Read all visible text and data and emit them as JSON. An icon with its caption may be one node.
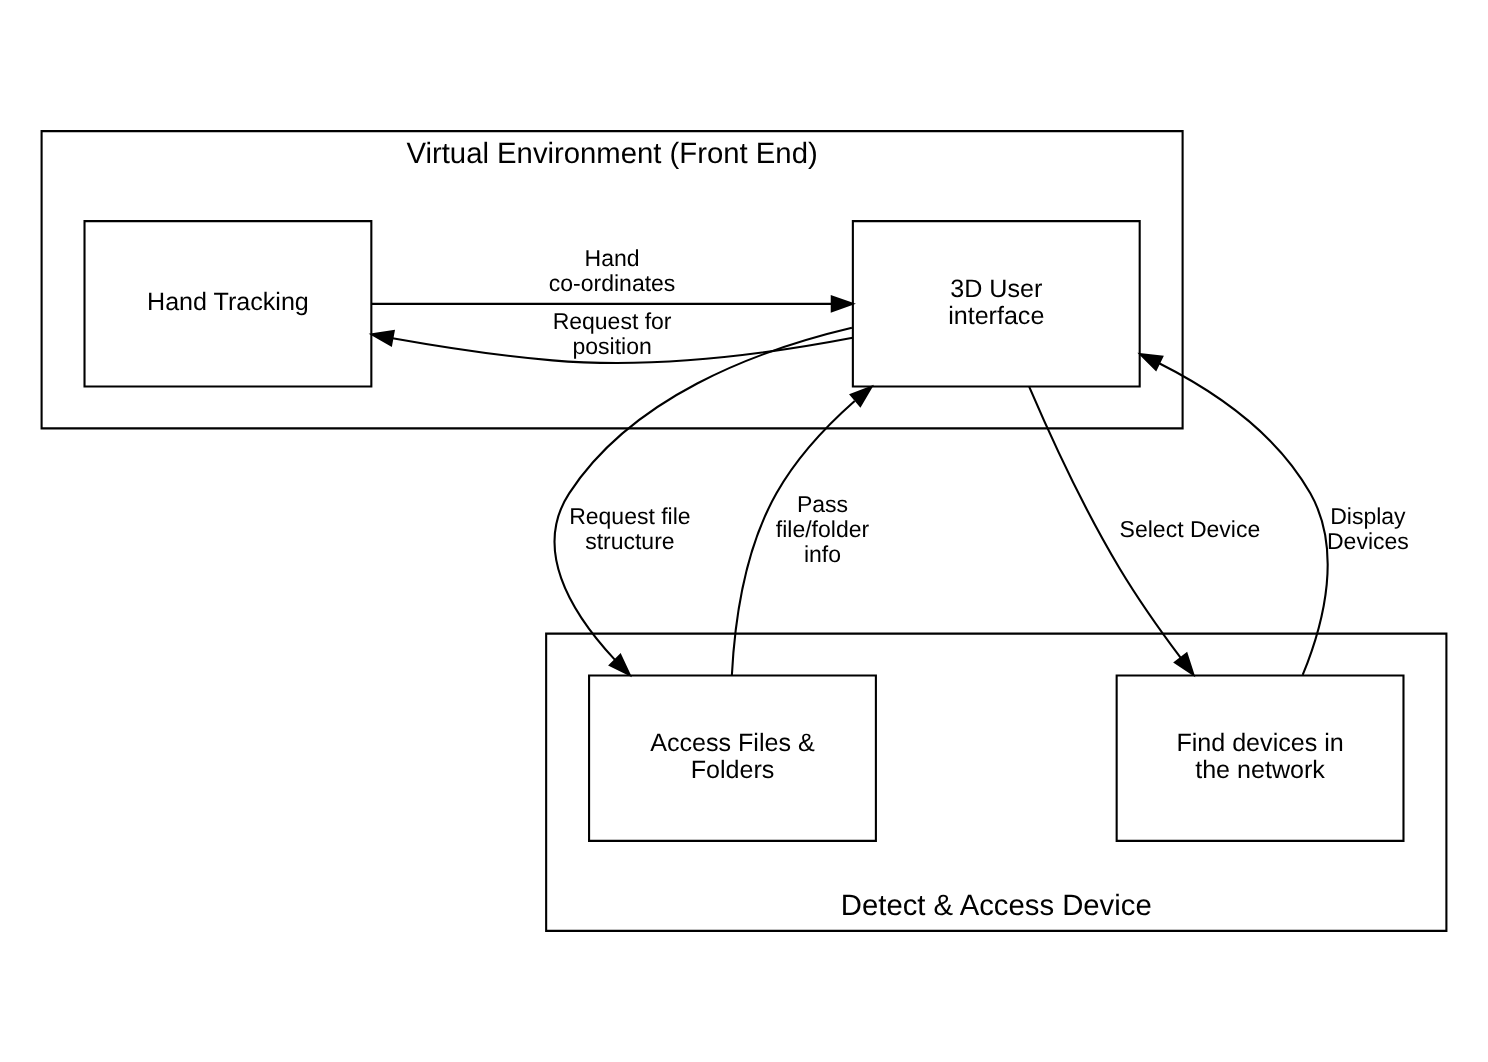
{
  "diagram": {
    "nodes": [
      {
        "text": [
          "Virtual Environment (Front End)"
        ]
      },
      {
        "text": [
          "3D User interface"
        ],
        "in": 0
      },
      {
        "text": [
          "Hand Tracking"
        ],
        "in": 0
      },
      {
        "text": [
          "Detect & Access Device"
        ]
      },
      {
        "text": [
          "Access Files & Folders"
        ],
        "in": 3
      },
      {
        "text": [
          "Find devices in the network"
        ],
        "in": 3
      }
    ],
    "edges": [
      {
        "from": 1,
        "to": 2,
        "arrow": "to",
        "label": "Request for position"
      },
      {
        "from": 2,
        "to": 1,
        "arrow": "to",
        "label": "Hand co-ordinates"
      },
      {
        "from": 4,
        "to": 1,
        "arrow": "to",
        "label": "Pass file/folder info"
      },
      {
        "from": 1,
        "to": 4,
        "arrow": "to",
        "label": "Request file structure"
      },
      {
        "from": 1,
        "to": 5,
        "arrow": "to",
        "label": "Select Device"
      },
      {
        "from": 5,
        "to": 1,
        "arrow": "to",
        "label": "Display Devices"
      }
    ]
  }
}
